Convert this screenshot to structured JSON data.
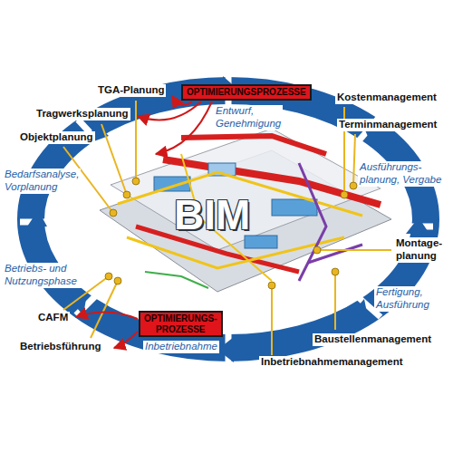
{
  "diagram": {
    "nodes": [
      {
        "text": [
          "OPTIMIERUNGSPROZESSE"
        ]
      },
      {
        "text": [
          "OPTIMIERUNGS- PROZESSE"
        ]
      }
    ],
    "labels": [
      "TGA-Planung",
      "Tragwerksplanung",
      "Objektplanung",
      "Entwurf, Genehmigung",
      "Kostenmanagement",
      "Terminmanagement",
      "Bedarfsanalyse, Vorplanung",
      "Ausführungs- planung, Vergabe",
      "BIM",
      "Montage- planung",
      "Betriebs- und Nutzungsphase",
      "Fertigung, Ausführung",
      "CAFM",
      "Betriebsführung",
      "Inbetriebnahme",
      "Baustellenmanagement",
      "Inbetriebnahmemanagement"
    ]
  }
}
